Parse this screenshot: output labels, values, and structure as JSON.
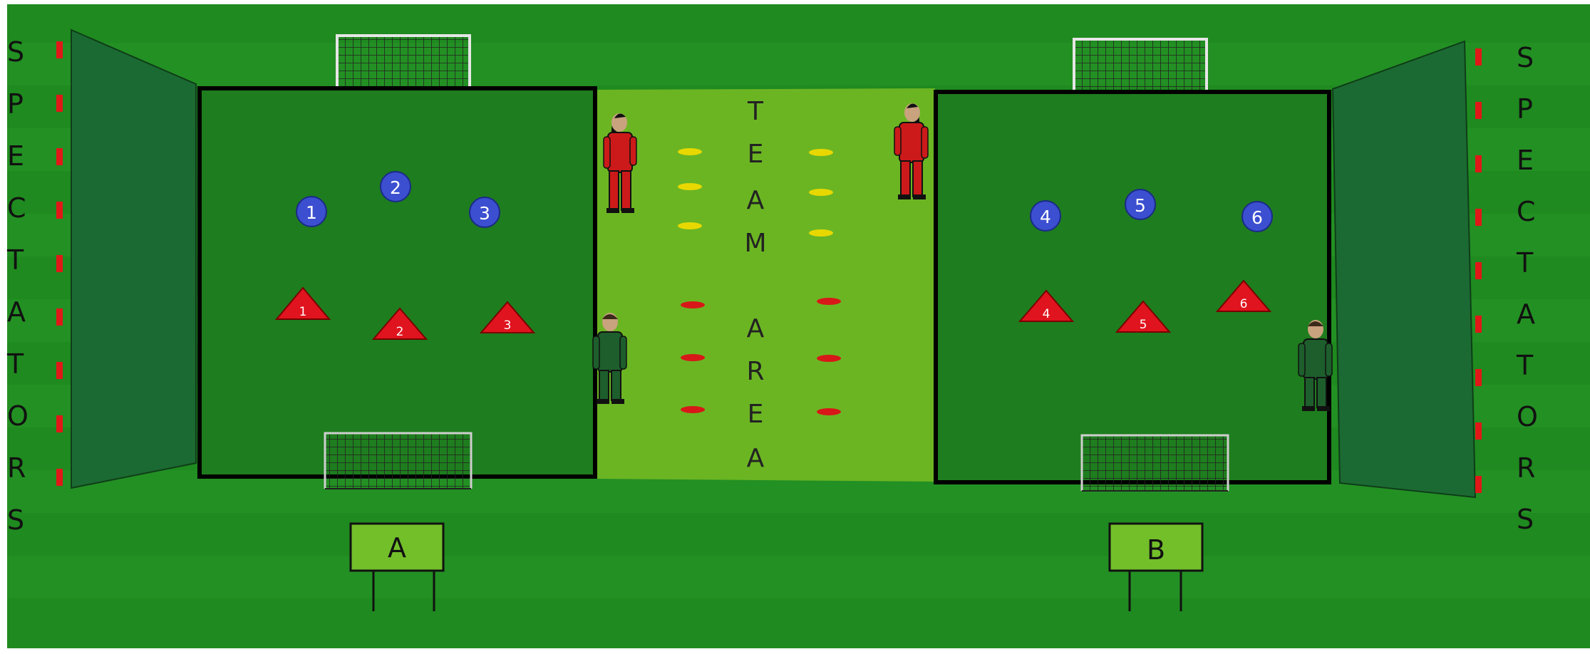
{
  "spectators_left": [
    "S",
    "P",
    "E",
    "C",
    "T",
    "A",
    "T",
    "O",
    "R",
    "S"
  ],
  "spectators_right": [
    "S",
    "P",
    "E",
    "C",
    "T",
    "A",
    "T",
    "O",
    "R",
    "S"
  ],
  "team_area_letters": [
    "T",
    "E",
    "A",
    "M",
    "A",
    "R",
    "E",
    "A"
  ],
  "pitch_a": {
    "label": "A",
    "blue_players": [
      "1",
      "2",
      "3"
    ],
    "red_players": [
      "1",
      "2",
      "3"
    ]
  },
  "pitch_b": {
    "label": "B",
    "blue_players": [
      "4",
      "5",
      "6"
    ],
    "red_players": [
      "4",
      "5",
      "6"
    ]
  },
  "colors": {
    "grass": "#1f8a1f",
    "grass_stripe": "#238f23",
    "team_area": "#6bb523",
    "pitch_fill": "#1e7d1e",
    "blue_player": "#3b4fd0",
    "red_player": "#e0141e",
    "cone_yellow": "#e8d800",
    "cone_red": "#d81818",
    "sign_fill": "#72bf2a",
    "coach_red": "#cc1a1a",
    "coach_green": "#1d5e2c"
  }
}
